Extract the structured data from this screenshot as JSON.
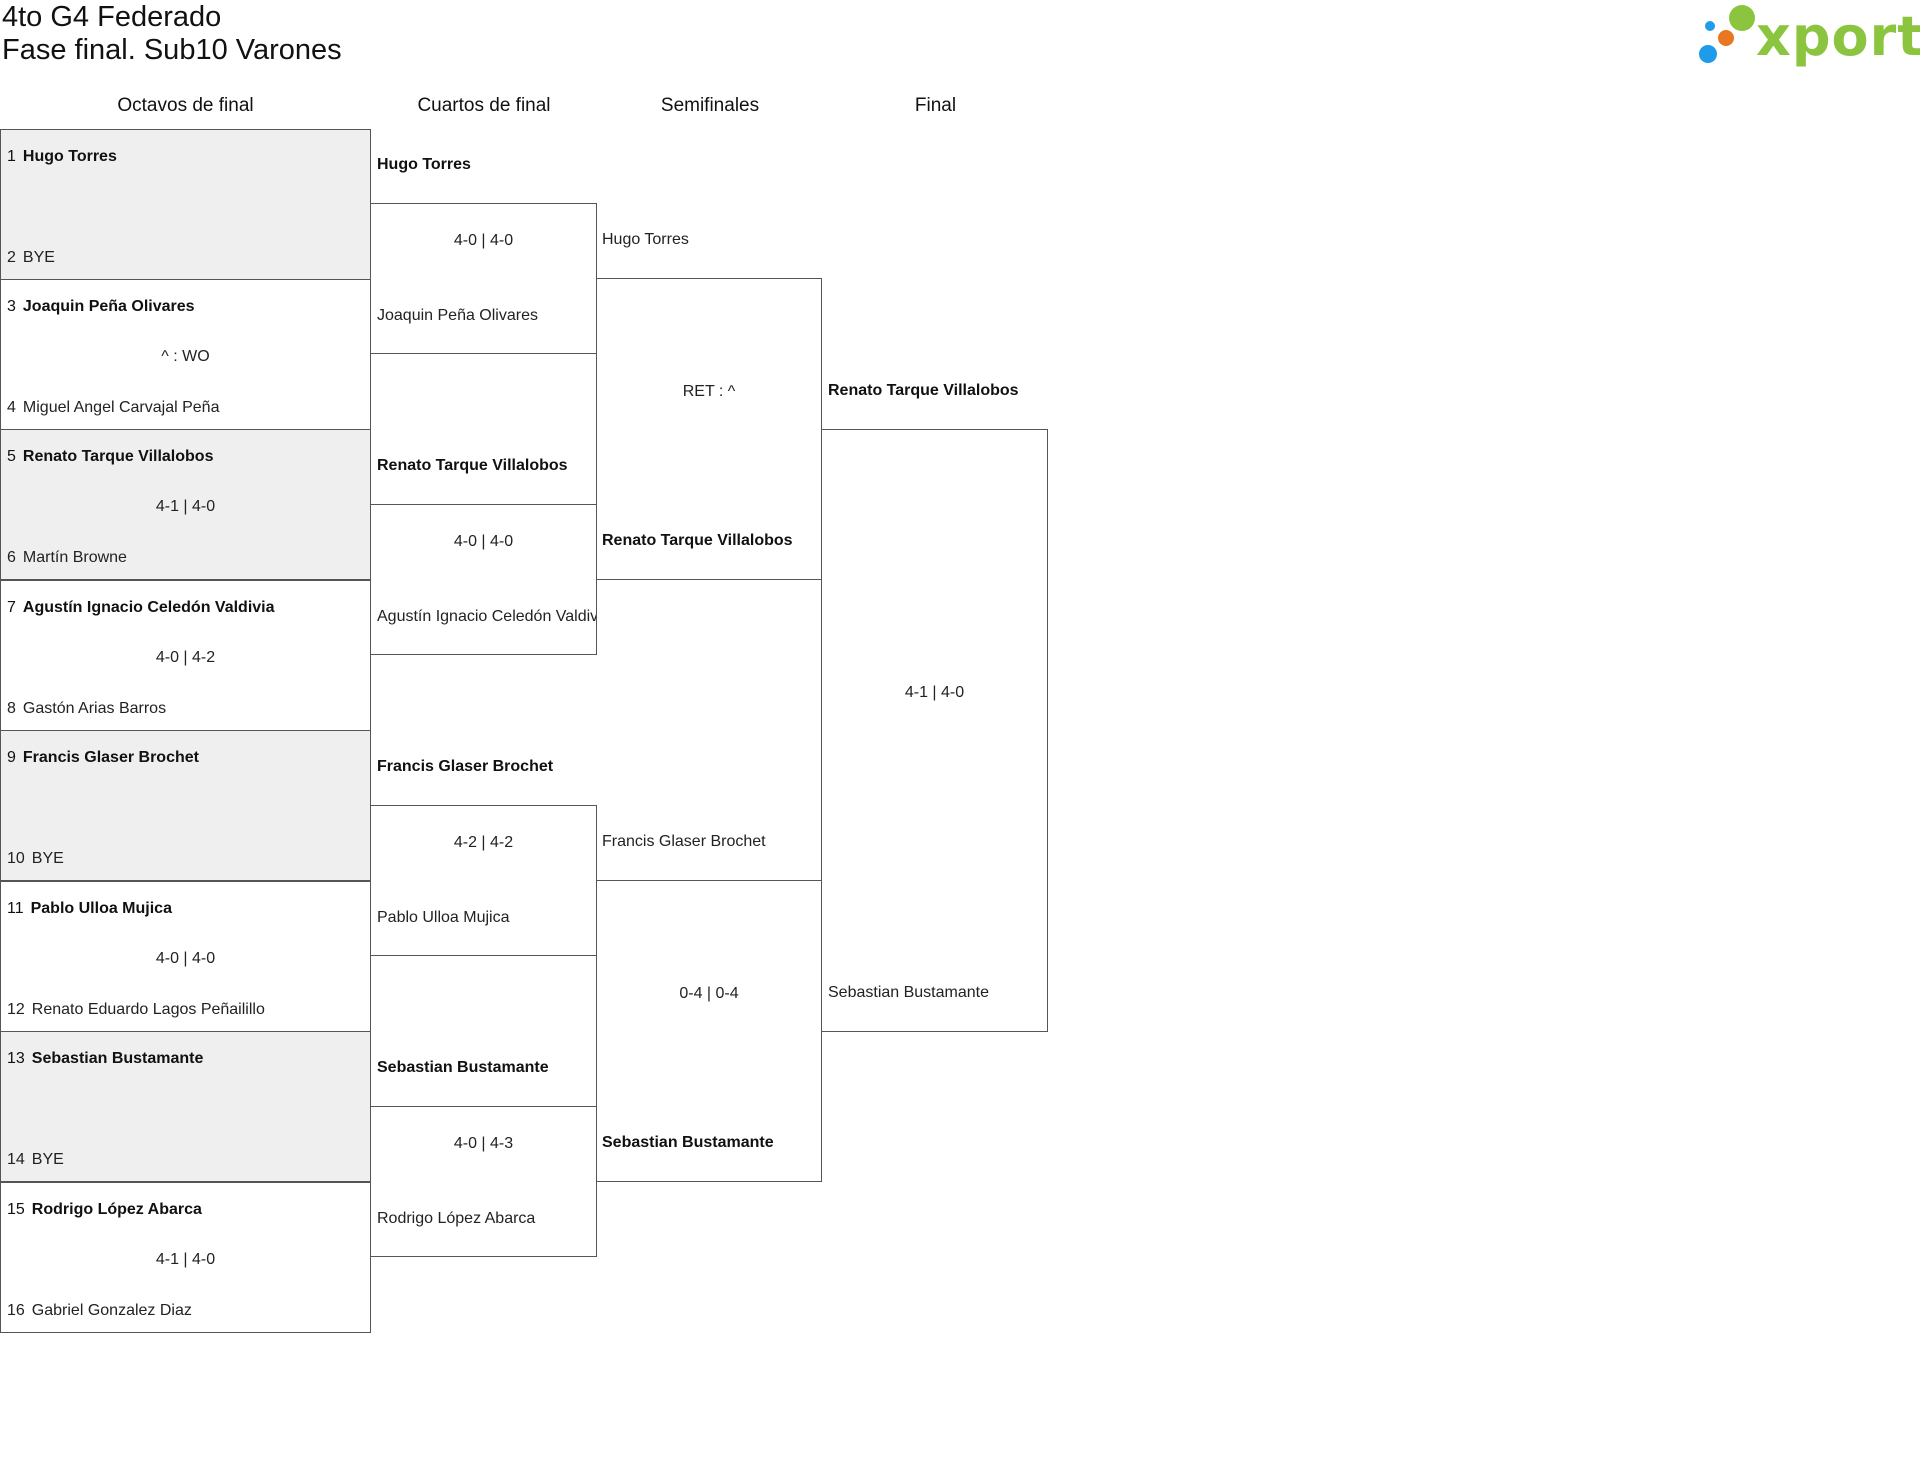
{
  "header": {
    "title": "4to G4 Federado",
    "subtitle": "Fase final. Sub10 Varones"
  },
  "logo": {
    "text": "xporty",
    "colors": [
      "#1e9be9",
      "#e87722",
      "#8bc53f"
    ],
    "icon": "dots-logo-icon"
  },
  "rounds": [
    "Octavos de final",
    "Cuartos de final",
    "Semifinales",
    "Final"
  ],
  "round_of_16": [
    {
      "p1": {
        "seed": "1",
        "name": "Hugo Torres",
        "winner": true
      },
      "p2": {
        "seed": "2",
        "name": "BYE",
        "winner": false
      },
      "score": "",
      "shaded": true
    },
    {
      "p1": {
        "seed": "3",
        "name": "Joaquin Peña Olivares",
        "winner": true
      },
      "p2": {
        "seed": "4",
        "name": "Miguel Angel Carvajal Peña",
        "winner": false
      },
      "score": "^ : WO",
      "shaded": false
    },
    {
      "p1": {
        "seed": "5",
        "name": "Renato Tarque Villalobos",
        "winner": true
      },
      "p2": {
        "seed": "6",
        "name": "Martín Browne",
        "winner": false
      },
      "score": "4-1 | 4-0",
      "shaded": true
    },
    {
      "p1": {
        "seed": "7",
        "name": "Agustín Ignacio Celedón Valdivia",
        "winner": true
      },
      "p2": {
        "seed": "8",
        "name": "Gastón Arias Barros",
        "winner": false
      },
      "score": "4-0 | 4-2",
      "shaded": false
    },
    {
      "p1": {
        "seed": "9",
        "name": "Francis Glaser Brochet",
        "winner": true
      },
      "p2": {
        "seed": "10",
        "name": "BYE",
        "winner": false
      },
      "score": "",
      "shaded": true
    },
    {
      "p1": {
        "seed": "11",
        "name": "Pablo Ulloa Mujica",
        "winner": true
      },
      "p2": {
        "seed": "12",
        "name": "Renato Eduardo Lagos Peñailillo",
        "winner": false
      },
      "score": "4-0 | 4-0",
      "shaded": false
    },
    {
      "p1": {
        "seed": "13",
        "name": "Sebastian Bustamante",
        "winner": true
      },
      "p2": {
        "seed": "14",
        "name": "BYE",
        "winner": false
      },
      "score": "",
      "shaded": true
    },
    {
      "p1": {
        "seed": "15",
        "name": "Rodrigo López Abarca",
        "winner": true
      },
      "p2": {
        "seed": "16",
        "name": "Gabriel Gonzalez Diaz",
        "winner": false
      },
      "score": "4-1 | 4-0",
      "shaded": false
    }
  ],
  "quarterfinals": [
    {
      "p1": {
        "name": "Hugo Torres",
        "winner": true
      },
      "p2": {
        "name": "Joaquin Peña Olivares",
        "winner": false
      },
      "score": "4-0 | 4-0"
    },
    {
      "p1": {
        "name": "Renato Tarque Villalobos",
        "winner": true
      },
      "p2": {
        "name": "Agustín Ignacio Celedón Valdivia",
        "winner": false
      },
      "score": "4-0 | 4-0"
    },
    {
      "p1": {
        "name": "Francis Glaser Brochet",
        "winner": true
      },
      "p2": {
        "name": "Pablo Ulloa Mujica",
        "winner": false
      },
      "score": "4-2 | 4-2"
    },
    {
      "p1": {
        "name": "Sebastian Bustamante",
        "winner": true
      },
      "p2": {
        "name": "Rodrigo López Abarca",
        "winner": false
      },
      "score": "4-0 | 4-3"
    }
  ],
  "semifinals": [
    {
      "p1": {
        "name": "Hugo Torres",
        "winner": false
      },
      "p2": {
        "name": "Renato Tarque Villalobos",
        "winner": true
      },
      "score": "RET : ^"
    },
    {
      "p1": {
        "name": "Francis Glaser Brochet",
        "winner": false
      },
      "p2": {
        "name": "Sebastian Bustamante",
        "winner": true
      },
      "score": "0-4 | 0-4"
    }
  ],
  "final": {
    "p1": {
      "name": "Renato Tarque Villalobos",
      "winner": true
    },
    "p2": {
      "name": "Sebastian Bustamante",
      "winner": false
    },
    "score": "4-1 | 4-0"
  }
}
